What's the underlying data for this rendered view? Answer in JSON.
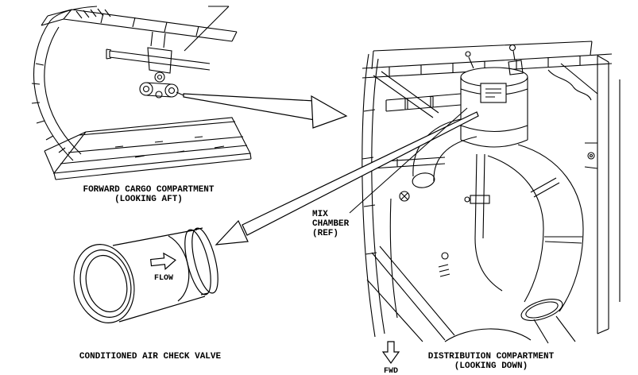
{
  "colors": {
    "background": "#ffffff",
    "line": "#000000"
  },
  "views": {
    "forward_cargo_compartment": {
      "caption": "FORWARD CARGO COMPARTMENT",
      "subcaption": "(LOOKING AFT)"
    },
    "conditioned_air_check_valve": {
      "caption": "CONDITIONED AIR CHECK VALVE",
      "flow_label": "FLOW"
    },
    "distribution_compartment": {
      "caption": "DISTRIBUTION COMPARTMENT",
      "subcaption": "(LOOKING DOWN)",
      "fwd_label": "FWD"
    }
  },
  "callouts": {
    "mix_chamber": {
      "line1": "MIX",
      "line2": "CHAMBER",
      "line3": "(REF)"
    }
  },
  "icons": {
    "flow_arrow": "⇨",
    "fwd_arrow": "⇩",
    "detail_arrow_to_distribution": "⇨",
    "detail_arrow_to_check_valve": "⇦",
    "mix_chamber_placard": "≡"
  }
}
